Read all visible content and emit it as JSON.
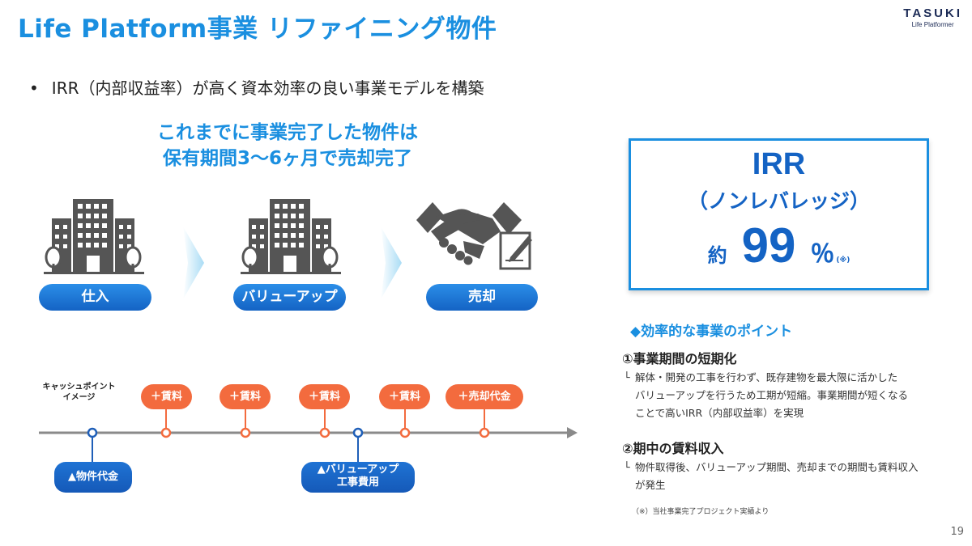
{
  "header": {
    "title": "Life Platform事業 リファイニング物件",
    "logo_main": "TASUKI",
    "logo_sub": "Life Platformer"
  },
  "bullet": {
    "dot": "•",
    "text": "IRR（内部収益率）が高く資本効率の良い事業モデルを構築"
  },
  "headline": {
    "line1": "これまでに事業完了した物件は",
    "line2": "保有期間3～6ヶ月で売却完了"
  },
  "steps": [
    {
      "label": "仕入",
      "icon": "building-icon"
    },
    {
      "label": "バリューアップ",
      "icon": "building-icon"
    },
    {
      "label": "売却",
      "icon": "handshake-icon"
    }
  ],
  "cashflow": {
    "caption_line1": "キャッシュポイント",
    "caption_line2": "イメージ",
    "income": [
      "＋賃料",
      "＋賃料",
      "＋賃料",
      "＋賃料",
      "＋売却代金"
    ],
    "cost_purchase": "▲物件代金",
    "cost_valueup_line1": "▲バリューアップ",
    "cost_valueup_line2": "工事費用",
    "colors": {
      "income": "#f36b3e",
      "cost": "#1f73d4",
      "line": "#8a8a8a"
    }
  },
  "irr": {
    "title": "IRR",
    "subtitle": "（ノンレバレッジ）",
    "prefix": "約",
    "value": "99",
    "unit": "％",
    "note": "(※)"
  },
  "points": {
    "heading": "◆効率的な事業のポイント",
    "item1_title": "①事業期間の短期化",
    "item1_corner": "└",
    "item1_line1": "解体・開発の工事を行わず、既存建物を最大限に活かした",
    "item1_line2": "バリューアップを行うため工期が短縮。事業期間が短くなる",
    "item1_line3": "ことで高いIRR（内部収益率）を実現",
    "item2_title": "②期中の賃料収入",
    "item2_corner": "└",
    "item2_line1": "物件取得後、バリューアップ期間、売却までの期間も賃料収入",
    "item2_line2": "が発生"
  },
  "footnote": "（※）当社事業完了プロジェクト実績より",
  "page_number": "19",
  "colors": {
    "accent": "#1a8fe0",
    "dark_blue": "#1463c4"
  }
}
